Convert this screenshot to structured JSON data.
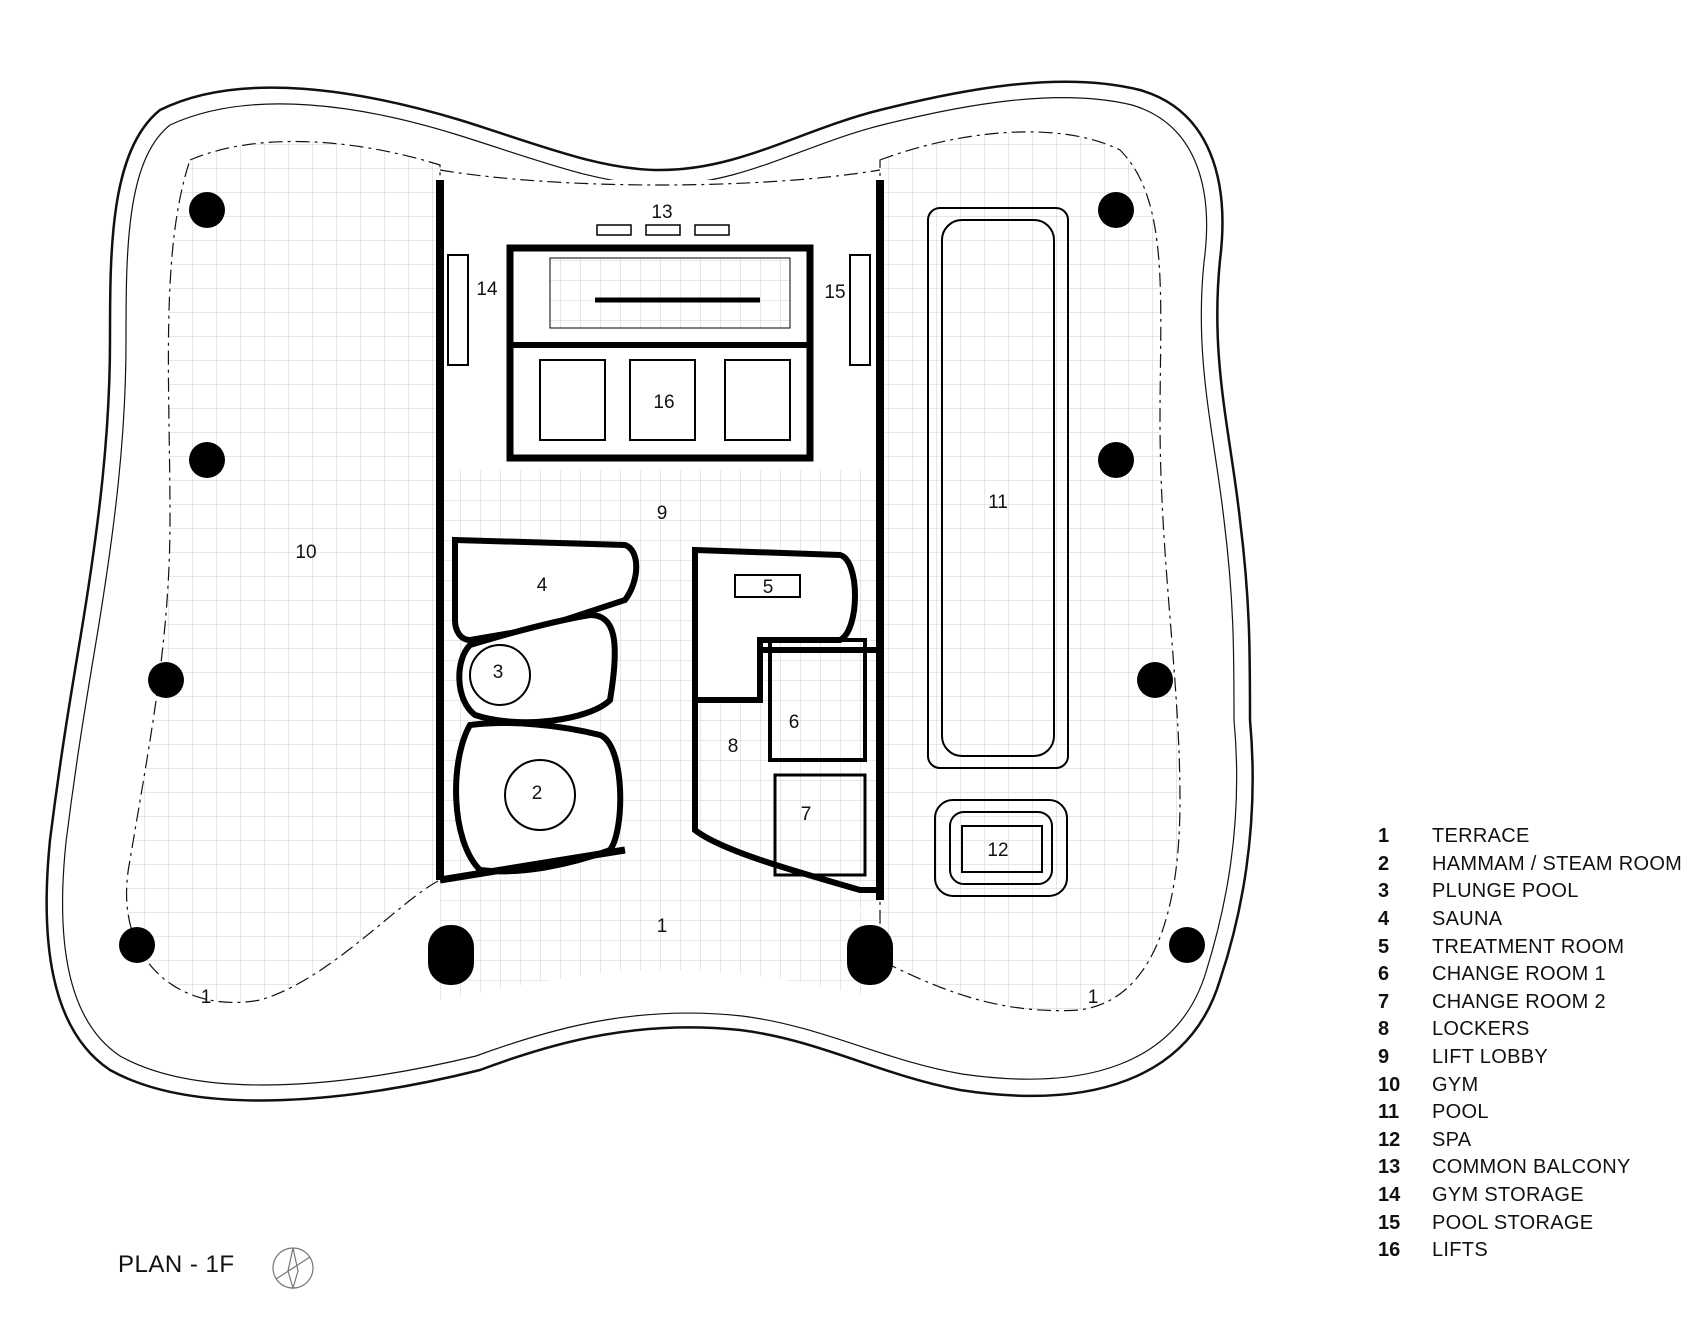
{
  "plan_title": "PLAN - 1F",
  "room_labels": [
    {
      "number": "1",
      "id": "terrace-south"
    },
    {
      "number": "1",
      "id": "terrace-west"
    },
    {
      "number": "1",
      "id": "terrace-east"
    },
    {
      "number": "2",
      "id": "hammam"
    },
    {
      "number": "3",
      "id": "plunge-pool"
    },
    {
      "number": "4",
      "id": "sauna"
    },
    {
      "number": "5",
      "id": "treatment-room"
    },
    {
      "number": "6",
      "id": "change-room-1"
    },
    {
      "number": "7",
      "id": "change-room-2"
    },
    {
      "number": "8",
      "id": "lockers"
    },
    {
      "number": "9",
      "id": "lift-lobby"
    },
    {
      "number": "10",
      "id": "gym"
    },
    {
      "number": "11",
      "id": "pool"
    },
    {
      "number": "12",
      "id": "spa"
    },
    {
      "number": "13",
      "id": "common-balcony"
    },
    {
      "number": "14",
      "id": "gym-storage"
    },
    {
      "number": "15",
      "id": "pool-storage"
    },
    {
      "number": "16",
      "id": "lifts"
    }
  ],
  "legend": [
    {
      "number": "1",
      "name": "TERRACE"
    },
    {
      "number": "2",
      "name": "HAMMAM / STEAM ROOM"
    },
    {
      "number": "3",
      "name": "PLUNGE POOL"
    },
    {
      "number": "4",
      "name": "SAUNA"
    },
    {
      "number": "5",
      "name": "TREATMENT ROOM"
    },
    {
      "number": "6",
      "name": "CHANGE ROOM 1"
    },
    {
      "number": "7",
      "name": "CHANGE ROOM 2"
    },
    {
      "number": "8",
      "name": "LOCKERS"
    },
    {
      "number": "9",
      "name": "LIFT LOBBY"
    },
    {
      "number": "10",
      "name": "GYM"
    },
    {
      "number": "11",
      "name": "POOL"
    },
    {
      "number": "12",
      "name": "SPA"
    },
    {
      "number": "13",
      "name": "COMMON BALCONY"
    },
    {
      "number": "14",
      "name": "GYM STORAGE"
    },
    {
      "number": "15",
      "name": "POOL STORAGE"
    },
    {
      "number": "16",
      "name": "LIFTS"
    }
  ],
  "north_icon": "north-arrow-icon",
  "colors": {
    "line": "#111111",
    "grid": "#c8c8c8",
    "wall": "#000000"
  }
}
